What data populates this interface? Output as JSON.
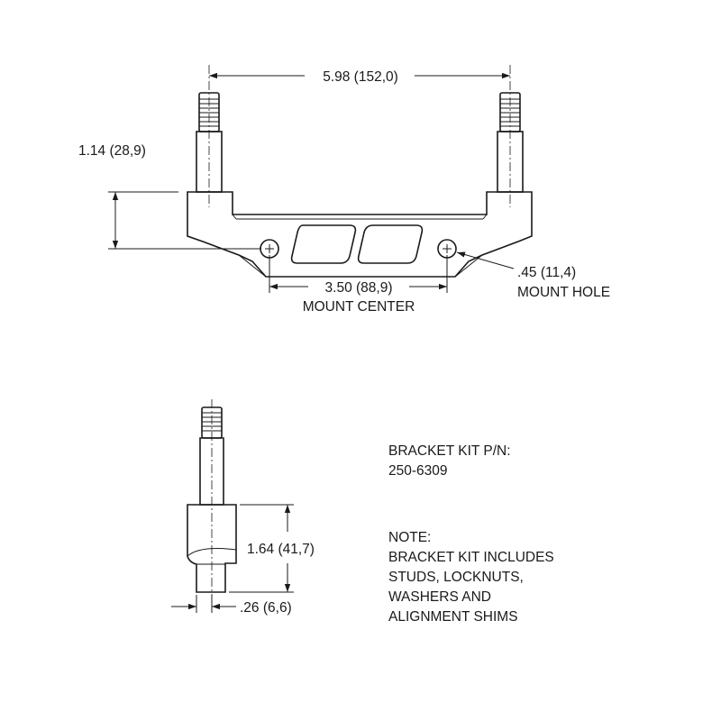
{
  "bracket_view": {
    "overall_width": "5.98 (152,0)",
    "height": "1.14 (28,9)",
    "mount_center_value": "3.50 (88,9)",
    "mount_center_label": "MOUNT CENTER",
    "mount_hole_value": ".45 (11,4)",
    "mount_hole_label": "MOUNT HOLE"
  },
  "stud_view": {
    "length": "1.64 (41,7)",
    "diameter": ".26 (6,6)"
  },
  "kit": {
    "pn_label": "BRACKET KIT P/N:",
    "pn_value": "250-6309"
  },
  "note": {
    "title": "NOTE:",
    "lines": [
      "BRACKET KIT INCLUDES",
      "STUDS, LOCKNUTS,",
      "WASHERS AND",
      "ALIGNMENT SHIMS"
    ]
  }
}
